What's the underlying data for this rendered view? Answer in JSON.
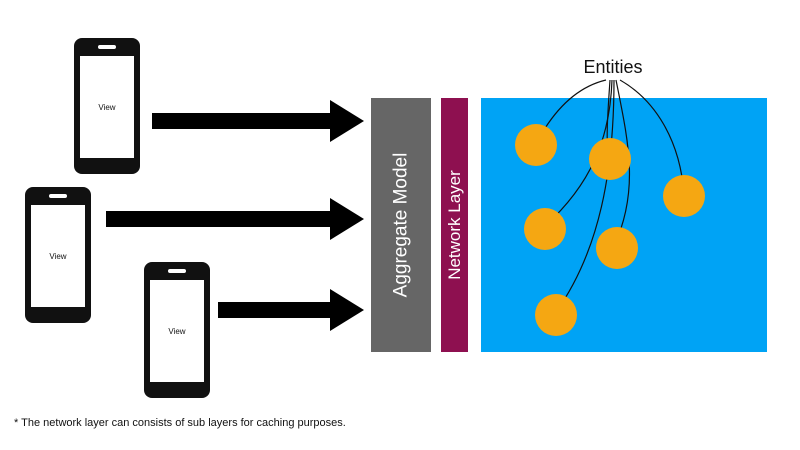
{
  "views": [
    {
      "label": "View"
    },
    {
      "label": "View"
    },
    {
      "label": "View"
    }
  ],
  "layers": {
    "aggregate_label": "Aggregate Model",
    "network_label": "Network Layer"
  },
  "entities": {
    "title": "Entities"
  },
  "footnote": "* The network layer can consists of sub layers for caching purposes.",
  "colors": {
    "phone": "#111111",
    "aggregate": "#666666",
    "network": "#8e1050",
    "entity_panel": "#00a3f5",
    "entity": "#f5a712"
  },
  "icons": [
    "smartphone-icon",
    "arrow-right-icon"
  ]
}
